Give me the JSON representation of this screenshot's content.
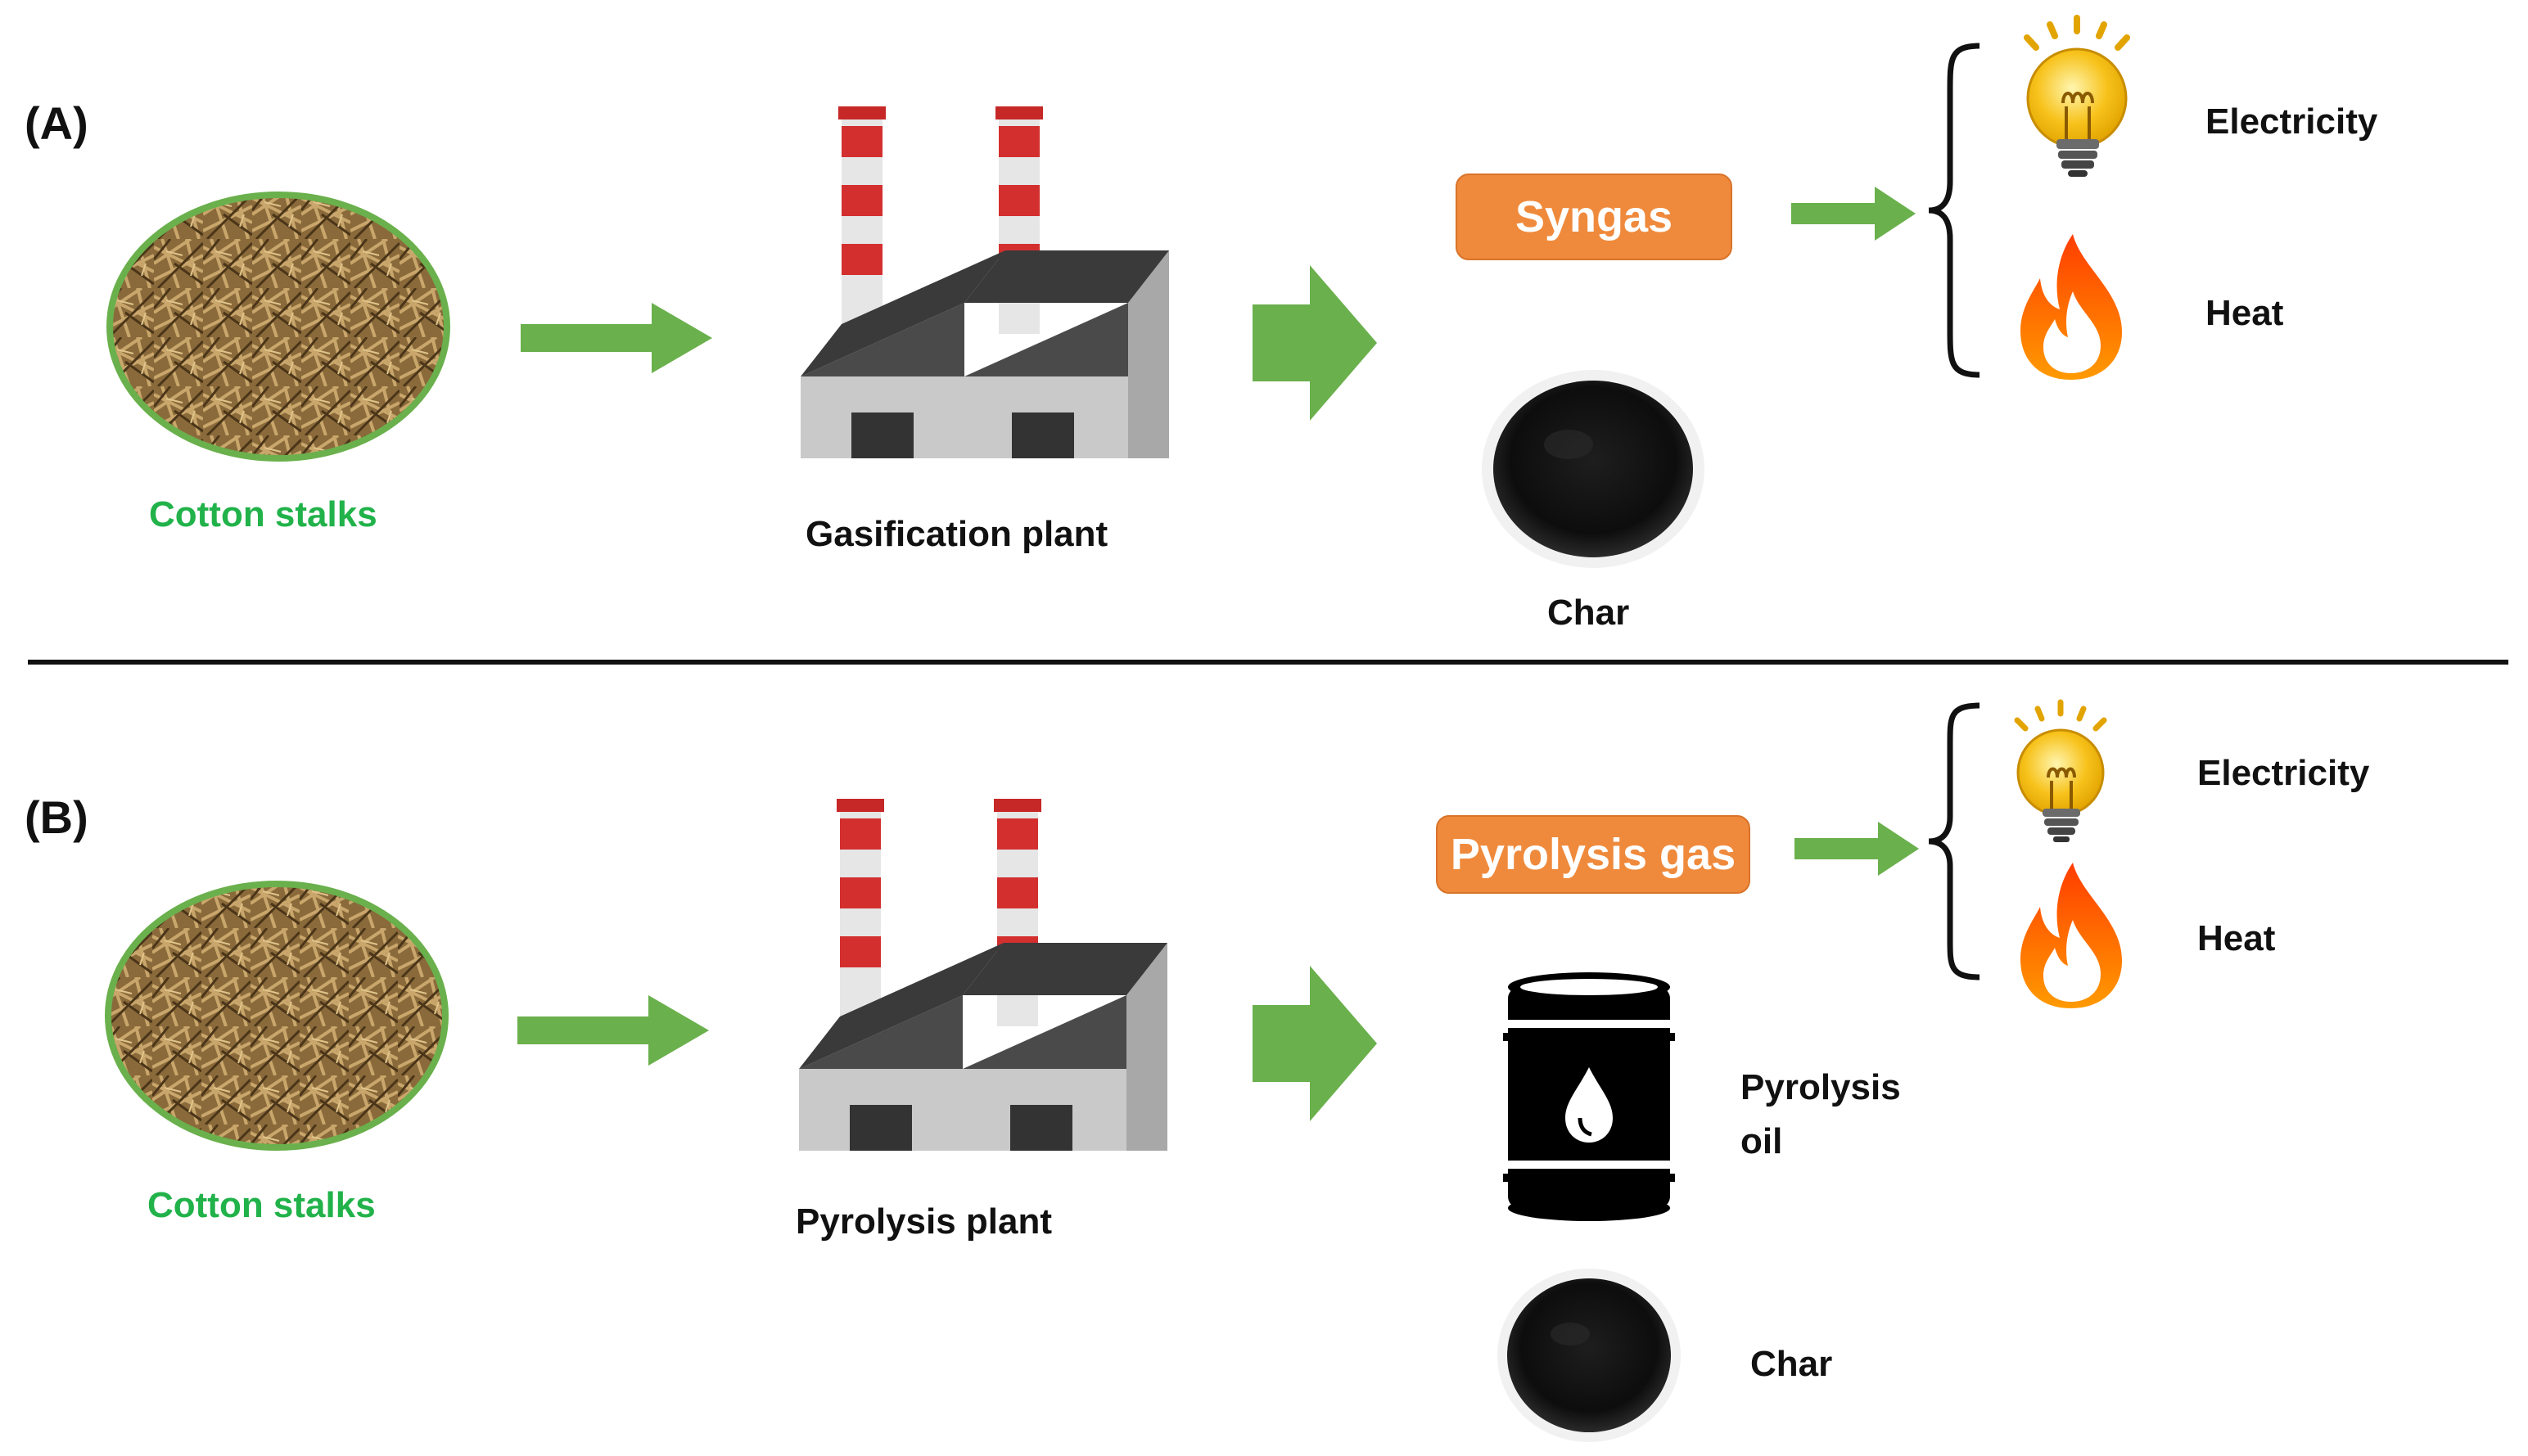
{
  "panels": [
    {
      "label": "(A)",
      "feedstock_label": "Cotton stalks",
      "plant_label": "Gasification plant",
      "gas_label": "Syngas",
      "outputs": [
        "Electricity",
        "Heat"
      ],
      "char_label": "Char"
    },
    {
      "label": "(B)",
      "feedstock_label": "Cotton stalks",
      "plant_label": "Pyrolysis plant",
      "gas_label": "Pyrolysis gas",
      "outputs": [
        "Electricity",
        "Heat"
      ],
      "oil_label_line1": "Pyrolysis",
      "oil_label_line2": "oil",
      "char_label": "Char"
    }
  ],
  "colors": {
    "arrow": "#6ab04c",
    "pill": "#ef8a3c",
    "feedstock_text": "#21b24a",
    "factory_gray": "#c9c9c9",
    "roof_dark": "#4a4a4a",
    "chimney_red": "#d32f2f",
    "flame_orange": "#ff6a00",
    "bulb_yellow": "#f7c21b"
  },
  "icons": [
    "cotton-stalks-image",
    "factory-icon",
    "arrow-right-icon",
    "lightbulb-icon",
    "flame-icon",
    "char-pile-icon",
    "oil-barrel-icon",
    "curly-brace-icon"
  ]
}
